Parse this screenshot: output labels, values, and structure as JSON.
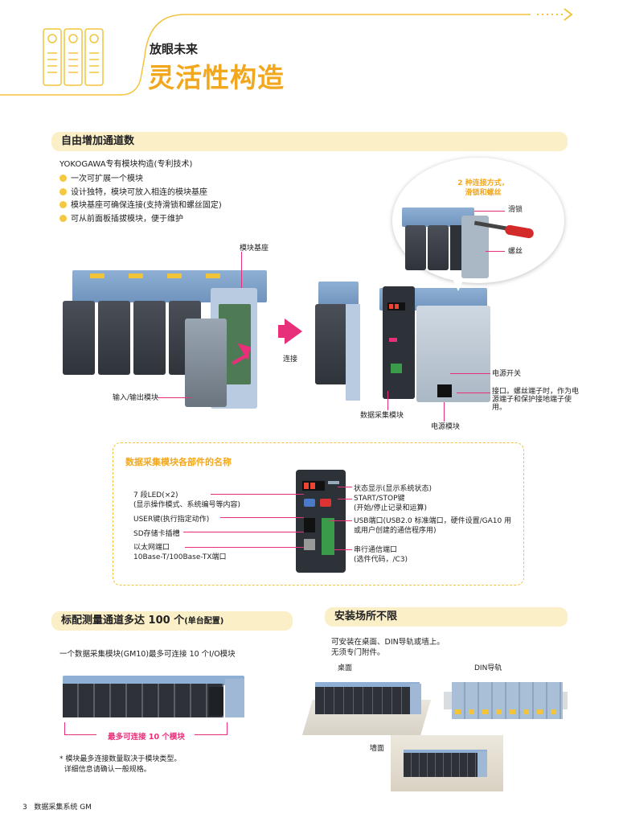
{
  "header": {
    "subtitle": "放眼未来",
    "title": "灵活性构造"
  },
  "section1": {
    "heading": "自由增加通道数",
    "intro": "YOKOGAWA专有模块构造(专利技术)",
    "bullets": [
      "一次可扩展一个模块",
      "设计独特，模块可放入相连的模块基座",
      "模块基座可确保连接(支持滑锁和螺丝固定)",
      "可从前面板插拔模块，便于维护"
    ],
    "callout_title": "2 种连接方式，\n滑锁和螺丝",
    "callout_slide": "滑锁",
    "callout_screw": "螺丝",
    "label_base": "模块基座",
    "label_connect": "连接",
    "label_io": "输入/输出模块",
    "label_daq": "数据采集模块",
    "label_power_module": "电源模块",
    "label_power_switch": "电源开关",
    "label_terminal": "接口。螺丝端子时，作为电源端子和保护接地端子使用。"
  },
  "parts": {
    "heading": "数据采集模块各部件的名称",
    "left": [
      "7 段LED(×2)\n(显示操作模式、系统编号等内容)",
      "USER键(执行指定动作)",
      "SD存储卡插槽",
      "以太网端口\n10Base-T/100Base-TX端口"
    ],
    "right": [
      "状态显示(显示系统状态)",
      "START/STOP键\n(开始/停止记录和运算)",
      "USB端口(USB2.0 标准端口，硬件设置/GA10 用\n或用户创建的通信程序用)",
      "串行通信端口\n(选件代码，/C3)"
    ]
  },
  "section2": {
    "heading_main": "标配测量通道多达 100 个",
    "heading_sub": "(单台配置)",
    "text": "一个数据采集模块(GM10)最多可连接 10 个I/O模块",
    "max_label": "最多可连接 10 个模块",
    "note": "* 模块最多连接数量取决于模块类型。\n  详细信息请确认一般规格。"
  },
  "section3": {
    "heading": "安装场所不限",
    "text": "可安装在桌面、DIN导轨或墙上。\n无须专门附件。",
    "desk": "桌面",
    "din": "DIN导轨",
    "wall": "墙面"
  },
  "footer": {
    "page": "3",
    "text": "数据采集系统 GM"
  }
}
